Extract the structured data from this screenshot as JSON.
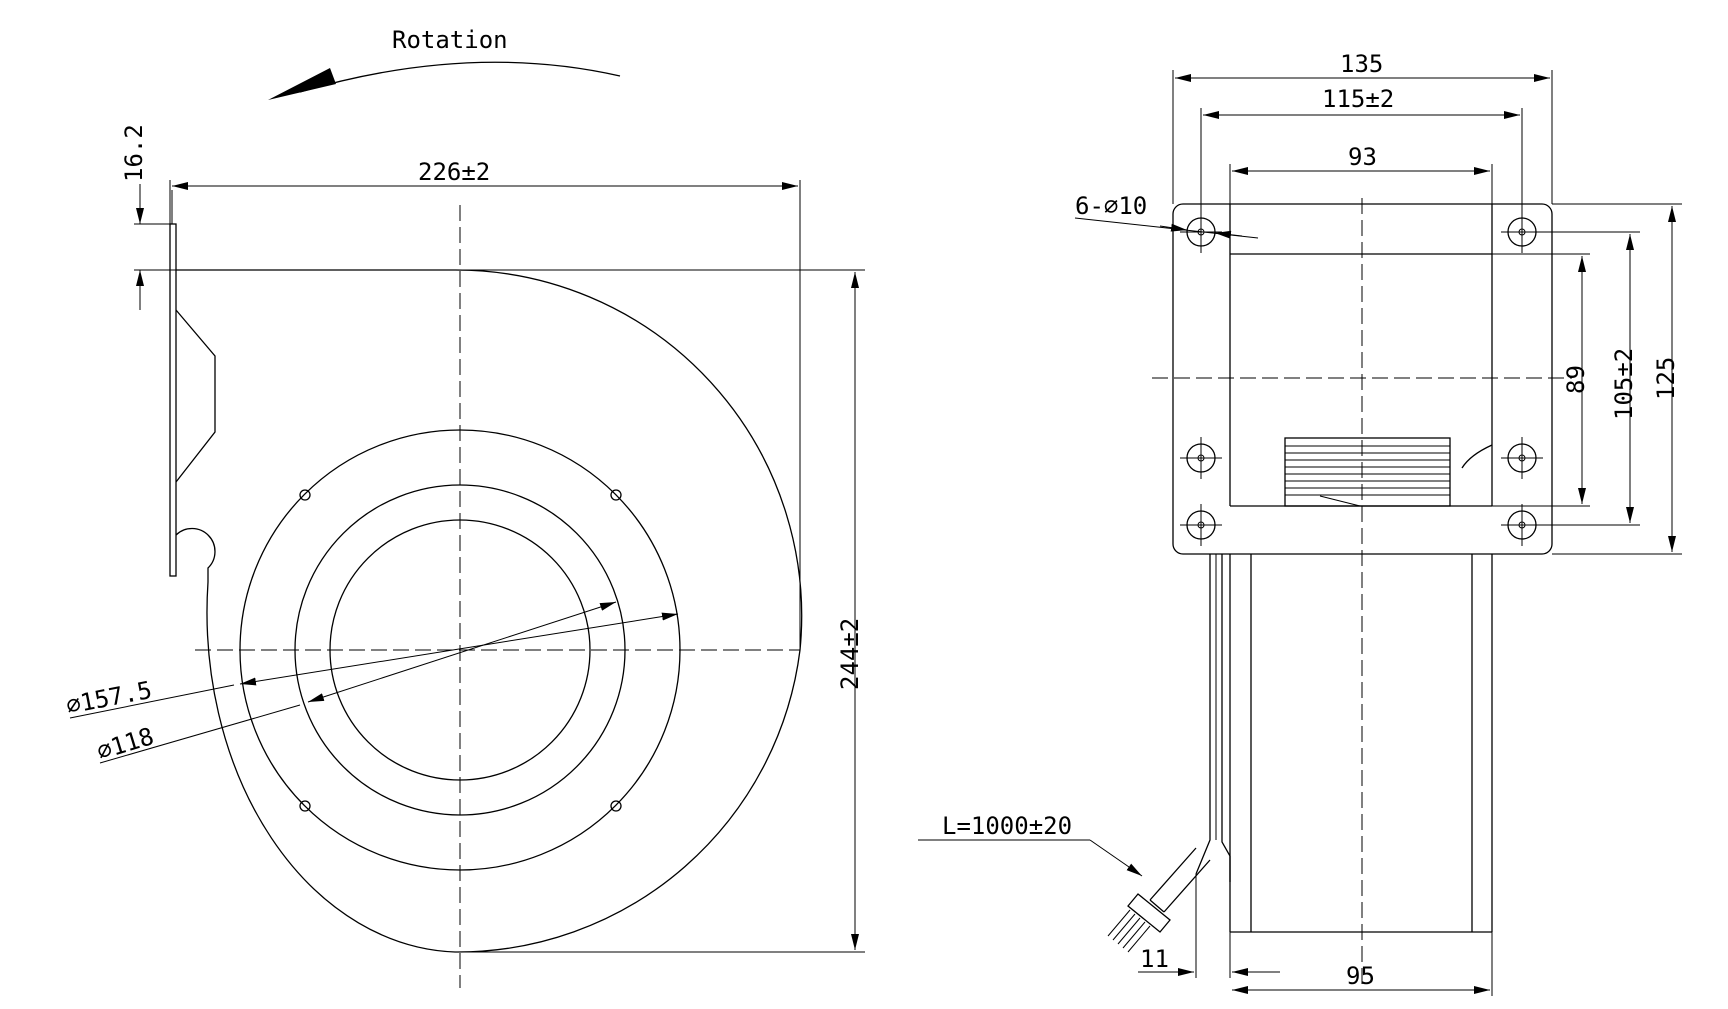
{
  "labels": {
    "rotation": "Rotation",
    "height_flange": "16.2",
    "width_front": "226±2",
    "height_front": "244±2",
    "dia_outer": "⌀157.5",
    "dia_inner": "⌀118",
    "width_total": "135",
    "width_holes": "115±2",
    "width_outlet": "93",
    "holes": "6-⌀10",
    "height_outlet": "89",
    "height_holes": "105±2",
    "height_total": "125",
    "cable_length": "L=1000±20",
    "offset": "11",
    "depth": "95"
  }
}
